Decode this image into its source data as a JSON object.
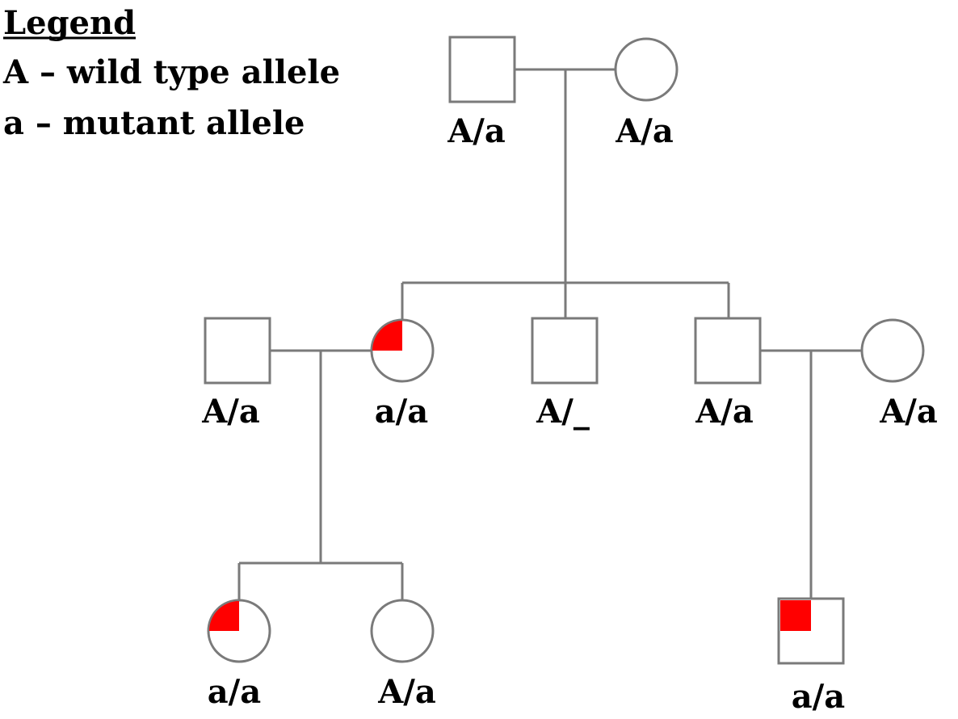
{
  "legend": {
    "title": "Legend",
    "entries": [
      "A – wild type allele",
      "a – mutant allele"
    ]
  },
  "colors": {
    "affected": "#ff0000",
    "outline": "#7a7a7a"
  },
  "individuals": [
    {
      "id": "g1-father",
      "sex": "male",
      "genotype": "A/a",
      "affected": false
    },
    {
      "id": "g1-mother",
      "sex": "female",
      "genotype": "A/a",
      "affected": false
    },
    {
      "id": "g2-spouse-left",
      "sex": "male",
      "genotype": "A/a",
      "affected": false
    },
    {
      "id": "g2-daughter",
      "sex": "female",
      "genotype": "a/a",
      "affected": true
    },
    {
      "id": "g2-son-middle",
      "sex": "male",
      "genotype": "A/_",
      "affected": false
    },
    {
      "id": "g2-son-right",
      "sex": "male",
      "genotype": "A/a",
      "affected": false
    },
    {
      "id": "g2-spouse-right",
      "sex": "female",
      "genotype": "A/a",
      "affected": false
    },
    {
      "id": "g3-daughter-left",
      "sex": "female",
      "genotype": "a/a",
      "affected": true
    },
    {
      "id": "g3-daughter-right",
      "sex": "female",
      "genotype": "A/a",
      "affected": false
    },
    {
      "id": "g3-son",
      "sex": "male",
      "genotype": "a/a",
      "affected": true
    }
  ]
}
